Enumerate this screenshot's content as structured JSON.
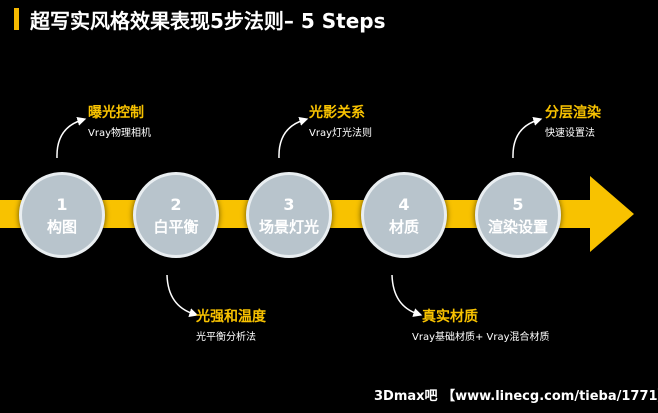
{
  "title": "超写实风格效果表现5步法则– 5 Steps",
  "steps": [
    {
      "num": "1",
      "label": "构图"
    },
    {
      "num": "2",
      "label": "白平衡"
    },
    {
      "num": "3",
      "label": "场景灯光"
    },
    {
      "num": "4",
      "label": "材质"
    },
    {
      "num": "5",
      "label": "渲染设置"
    }
  ],
  "annotations": {
    "top1": {
      "heading": "曝光控制",
      "sub": "Vray物理相机"
    },
    "top3": {
      "heading": "光影关系",
      "sub": "Vray灯光法则"
    },
    "top5": {
      "heading": "分层渲染",
      "sub": "快速设置法"
    },
    "bottom2": {
      "heading": "光强和温度",
      "sub": "光平衡分析法"
    },
    "bottom4": {
      "heading": "真实材质",
      "sub": "Vray基础材质+ Vray混合材质"
    }
  },
  "footer": "3Dmax吧 【www.linecg.com/tieba/1771】",
  "colors": {
    "accent": "#f8c200",
    "circle": "#b8c4cc",
    "background": "#000000"
  }
}
